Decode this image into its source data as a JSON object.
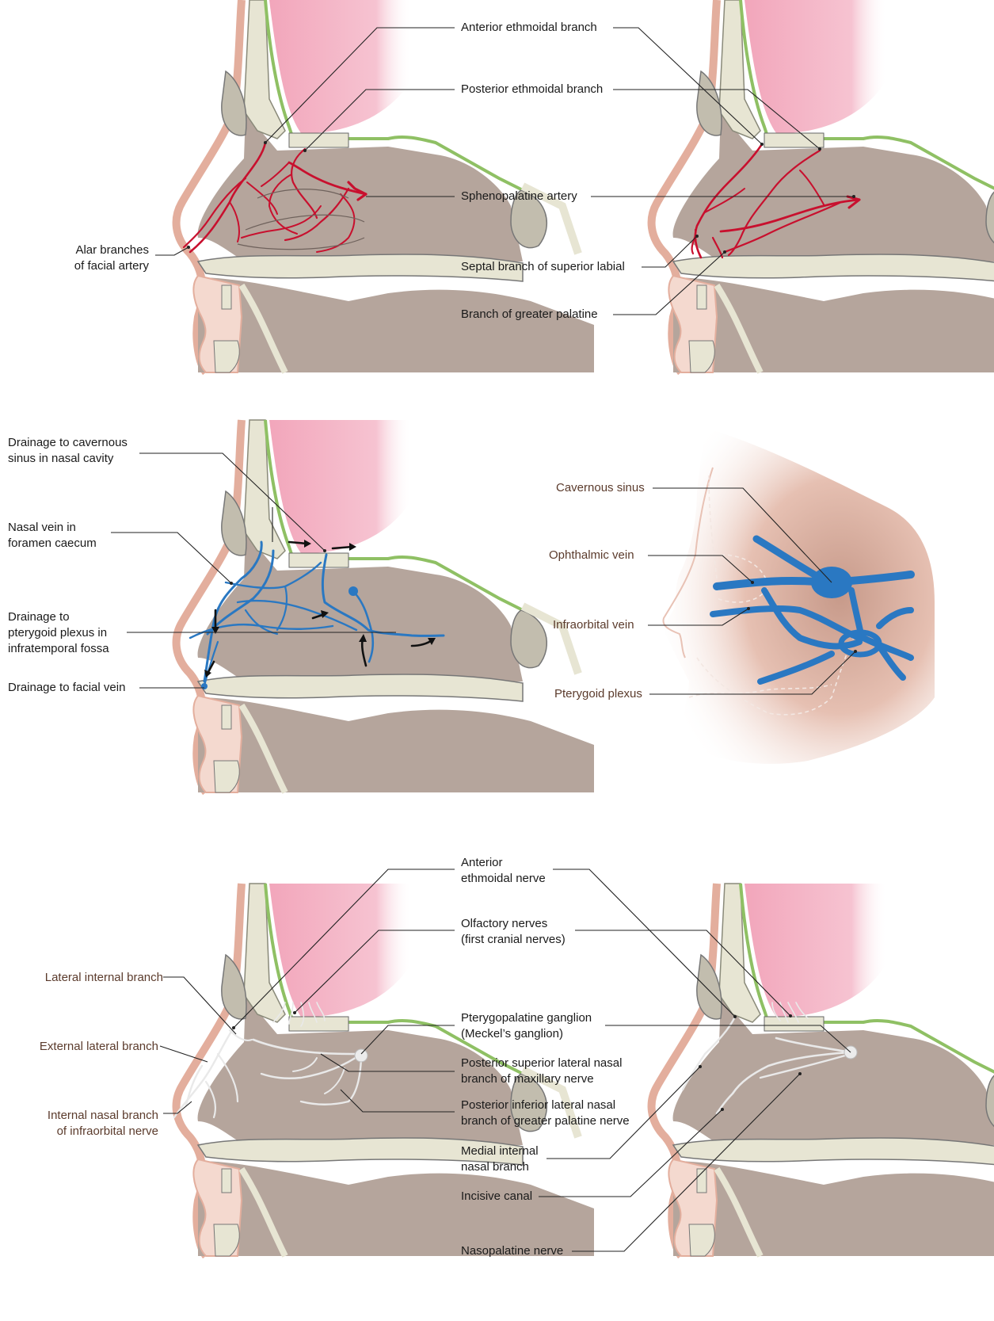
{
  "colors": {
    "artery": "#c8102e",
    "vein": "#2a78c2",
    "nerve": "#e9e9e9",
    "brain_pink": "#f2a6bb",
    "nasal_cavity": "#b5a59c",
    "bone": "#e7e5d3",
    "skin": "#e9b8a9",
    "mucosa_green": "#8fc064"
  },
  "arteries": {
    "anterior_ethmoidal": "Anterior ethmoidal branch",
    "posterior_ethmoidal": "Posterior ethmoidal branch",
    "sphenopalatine": "Sphenopalatine artery",
    "alar_line1": "Alar branches",
    "alar_line2": "of facial artery",
    "septal": "Septal branch of superior labial",
    "greater_palatine": "Branch of greater palatine"
  },
  "veins": {
    "cavernous_line1": "Drainage to cavernous",
    "cavernous_line2": "sinus in nasal cavity",
    "nasal_vein_line1": "Nasal vein in",
    "nasal_vein_line2": "foramen caecum",
    "pterygoid_drain_line1": "Drainage to",
    "pterygoid_drain_line2": "pterygoid plexus in",
    "pterygoid_drain_line3": "infratemporal fossa",
    "facial_drain": "Drainage to facial vein",
    "cavernous_sinus": "Cavernous sinus",
    "ophthalmic": "Ophthalmic vein",
    "infraorbital": "Infraorbital vein",
    "pterygoid_plexus": "Pterygoid plexus"
  },
  "nerves": {
    "ant_ethmoidal_line1": "Anterior",
    "ant_ethmoidal_line2": "ethmoidal nerve",
    "olfactory_line1": "Olfactory nerves",
    "olfactory_line2": "(first cranial nerves)",
    "pterygopalatine_line1": "Pterygopalatine ganglion",
    "pterygopalatine_line2": "(Meckel’s ganglion)",
    "post_sup_line1": "Posterior superior lateral nasal",
    "post_sup_line2": "branch of maxillary nerve",
    "post_inf_line1": "Posterior inferior lateral nasal",
    "post_inf_line2": "branch of greater palatine nerve",
    "medial_internal_line1": "Medial internal",
    "medial_internal_line2": "nasal branch",
    "incisive": "Incisive canal",
    "nasopalatine": "Nasopalatine nerve",
    "lateral_internal": "Lateral internal branch",
    "external_lateral": "External lateral branch",
    "internal_nasal_line1": "Internal nasal branch",
    "internal_nasal_line2": "of infraorbital nerve"
  }
}
